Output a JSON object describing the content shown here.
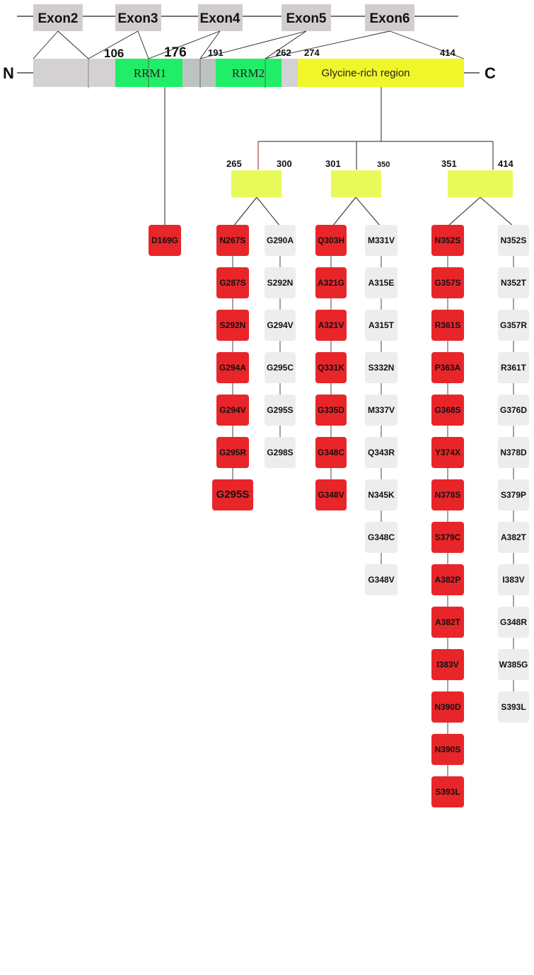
{
  "exons": [
    "Exon2",
    "Exon3",
    "Exon4",
    "Exon5",
    "Exon6"
  ],
  "terminals": {
    "n": "N",
    "c": "C"
  },
  "domains": {
    "rrm1": "RRM1",
    "rrm2": "RRM2",
    "glycine": "Glycine-rich region"
  },
  "positions": {
    "p106": "106",
    "p176": "176",
    "p191": "191",
    "p262": "262",
    "p274": "274",
    "p414": "414"
  },
  "subregions": [
    {
      "start": "265",
      "end": "300"
    },
    {
      "start": "301",
      "end": "350"
    },
    {
      "start": "351",
      "end": "414"
    }
  ],
  "colors": {
    "red": "#e8262a",
    "gray": "#efecec",
    "exon": "#d2cdcd",
    "protein": "#d3d1d1",
    "green": "#20ee66",
    "yellow": "#f0f62a",
    "yellow_light": "#e8f95a"
  },
  "mutations": {
    "rrm1": [
      "D169G"
    ],
    "c1_red": [
      "N267S",
      "G287S",
      "S292N",
      "G294A",
      "G294V",
      "G295R",
      "G295S"
    ],
    "c1_gray": [
      "G290A",
      "S292N",
      "G294V",
      "G295C",
      "G295S",
      "G298S"
    ],
    "c2_red": [
      "Q303H",
      "A321G",
      "A321V",
      "Q331K",
      "G335D",
      "G348C",
      "G348V"
    ],
    "c2_gray": [
      "M331V",
      "A315E",
      "A315T",
      "S332N",
      "M337V",
      "Q343R",
      "N345K",
      "G348C",
      "G348V"
    ],
    "c3_red": [
      "N352S",
      "G357S",
      "R361S",
      "P363A",
      "G368S",
      "Y374X",
      "N378S",
      "S379C",
      "A382P",
      "A382T",
      "I383V",
      "N390D",
      "N390S",
      "S393L"
    ],
    "c3_gray": [
      "N352S",
      "N352T",
      "G357R",
      "R361T",
      "G376D",
      "N378D",
      "S379P",
      "A382T",
      "I383V",
      "G348R",
      "W385G",
      "S393L"
    ]
  }
}
